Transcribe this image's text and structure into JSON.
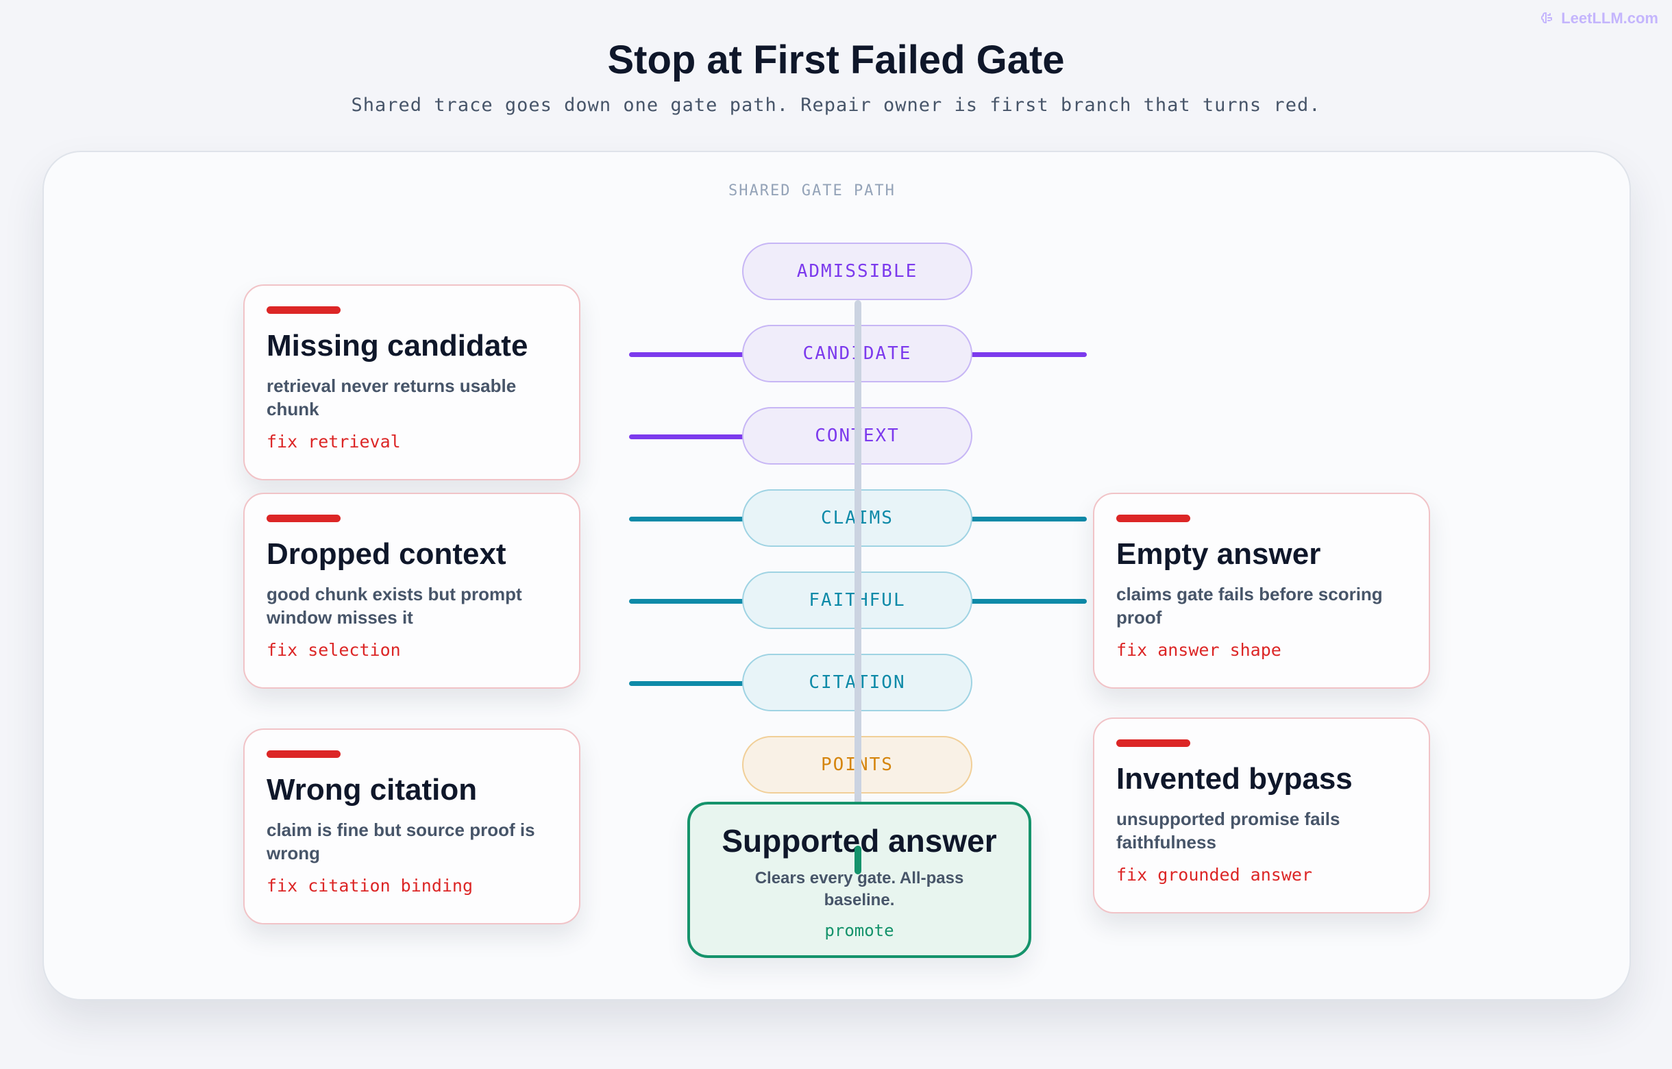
{
  "brand": {
    "name": "LeetLLM.com",
    "icon": "brain-icon",
    "color": "#c4b5fd"
  },
  "title": "Stop at First Failed Gate",
  "subtitle": "Shared trace goes down one gate path. Repair owner is first branch that turns red.",
  "panel_label": "SHARED GATE PATH",
  "colors": {
    "purple": "#7c3aed",
    "teal": "#0e8aa8",
    "amber": "#d5850d",
    "fail_red": "#dc2626",
    "pass_green": "#15936b"
  },
  "gates": [
    {
      "id": "admissible",
      "label": "ADMISSIBLE"
    },
    {
      "id": "candidate",
      "label": "CANDIDATE"
    },
    {
      "id": "context",
      "label": "CONTEXT"
    },
    {
      "id": "claims",
      "label": "CLAIMS"
    },
    {
      "id": "faithful",
      "label": "FAITHFUL"
    },
    {
      "id": "citation",
      "label": "CITATION"
    },
    {
      "id": "points",
      "label": "POINTS"
    }
  ],
  "failures": [
    {
      "id": "missing-candidate",
      "title": "Missing candidate",
      "description": "retrieval never returns usable chunk",
      "fix": "fix retrieval"
    },
    {
      "id": "dropped-context",
      "title": "Dropped context",
      "description": "good chunk exists but prompt window misses it",
      "fix": "fix selection"
    },
    {
      "id": "wrong-citation",
      "title": "Wrong citation",
      "description": "claim is fine but source proof is wrong",
      "fix": "fix citation binding"
    },
    {
      "id": "empty-answer",
      "title": "Empty answer",
      "description": "claims gate fails before scoring proof",
      "fix": "fix answer shape"
    },
    {
      "id": "invented-bypass",
      "title": "Invented bypass",
      "description": "unsupported promise fails faithfulness",
      "fix": "fix grounded answer"
    }
  ],
  "success": {
    "title": "Supported answer",
    "description": "Clears every gate. All-pass baseline.",
    "action": "promote"
  }
}
